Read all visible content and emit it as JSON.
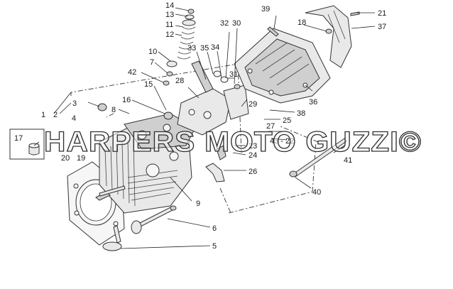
{
  "watermark": "HARPERS MOTO GUZZI©",
  "callouts": {
    "c1": "1",
    "c2": "2",
    "c3": "3",
    "c4": "4",
    "c5": "5",
    "c6": "6",
    "c7": "7",
    "c8": "8",
    "c9": "9",
    "c10": "10",
    "c11": "11",
    "c12": "12",
    "c13": "13",
    "c14": "14",
    "c15": "15",
    "c16": "16",
    "c17": "17",
    "c18": "18",
    "c19": "19",
    "c20": "20",
    "c21": "21",
    "c23": "23",
    "c24": "24",
    "c25": "25",
    "c26": "26",
    "c27": "27",
    "c28": "28",
    "c29": "29",
    "c30": "30",
    "c31": "31",
    "c32": "32",
    "c33": "33",
    "c34": "34",
    "c35": "35",
    "c36": "36",
    "c37": "37",
    "c38": "38",
    "c39": "39",
    "c40": "40",
    "c41": "41",
    "c42": "42",
    "c43_22": "43 - 22"
  },
  "colors": {
    "line": "#222222",
    "part_fill": "#e9e9e9",
    "background": "#ffffff"
  }
}
